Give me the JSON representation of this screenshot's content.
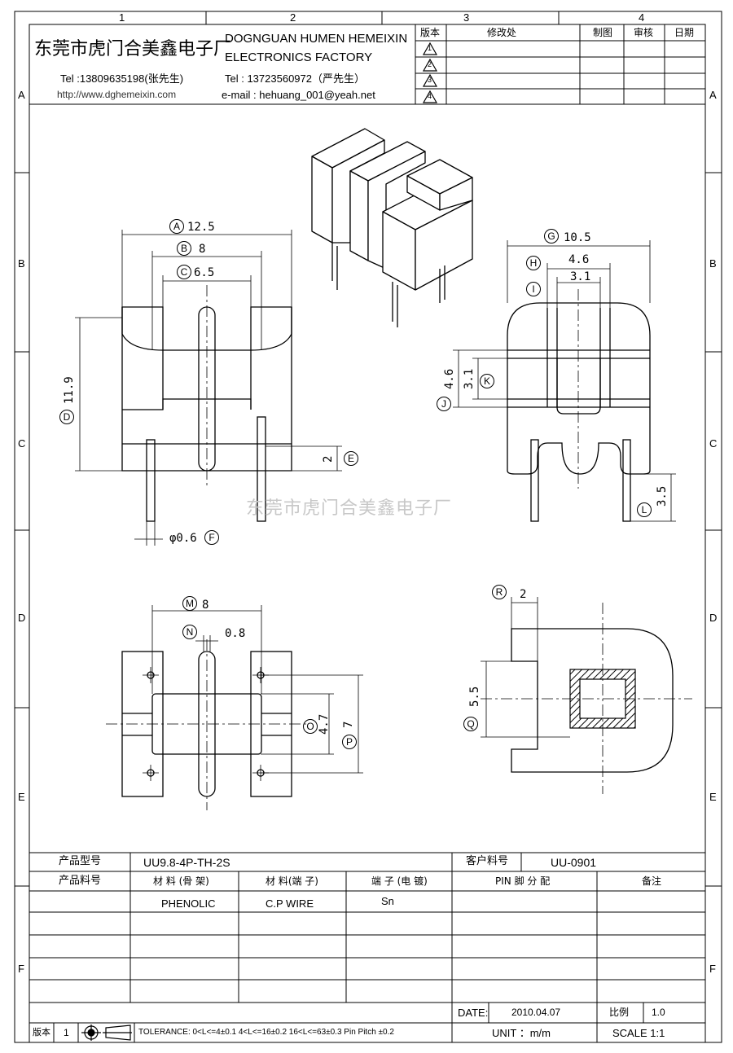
{
  "grid": {
    "columns": [
      "1",
      "2",
      "3",
      "4"
    ],
    "rows": [
      "A",
      "B",
      "C",
      "D",
      "E",
      "F"
    ]
  },
  "title_block": {
    "company_cn": "东莞市虎门合美鑫电子厂",
    "company_en_1": "DOGNGUAN HUMEN HEMEIXIN",
    "company_en_2": "ELECTRONICS FACTORY",
    "tel_1": "Tel :13809635198(张先生)",
    "url": "http://www.dghemeixin.com",
    "tel_2": "Tel : 13723560972（严先生）",
    "email": "e-mail : hehuang_001@yeah.net",
    "rev_header": "版本",
    "change_header": "修改处",
    "draw_header": "制图",
    "check_header": "审核",
    "date_header": "日期",
    "rev_marks": [
      "1",
      "2",
      "3",
      "4"
    ]
  },
  "watermark": "东莞市虎门合美鑫电子厂",
  "dims": {
    "A": "A",
    "A_val": "12.5",
    "B": "B",
    "B_val": "8",
    "C": "C",
    "C_val": "6.5",
    "D": "D",
    "D_val": "11.9",
    "E": "E",
    "E_val": "2",
    "F": "F",
    "F_val": "φ0.6",
    "G": "G",
    "G_val": "10.5",
    "H": "H",
    "H_val": "4.6",
    "I": "I",
    "I_val": "3.1",
    "J": "J",
    "J_val": "4.6",
    "K": "K",
    "K_val": "3.1",
    "L": "L",
    "L_val": "3.5",
    "M": "M",
    "M_val": "8",
    "N": "N",
    "N_val": "0.8",
    "O": "O",
    "O_val": "4.7",
    "P": "P",
    "P_val": "7",
    "Q": "Q",
    "Q_val": "5.5",
    "R": "R",
    "R_val": "2"
  },
  "spec_table": {
    "model_label": "产品型号",
    "model_value": "UU9.8-4P-TH-2S",
    "customer_pn_label": "客户料号",
    "customer_pn_value": "UU-0901",
    "pn_label": "产品料号",
    "mat_bobbin_label": "材 料 (骨 架)",
    "mat_pin_label": "材 料(端 子)",
    "plating_label": "端 子 (电 镀)",
    "pin_assign_label": "PIN 脚 分 配",
    "remarks_label": "备注",
    "mat_bobbin_value": "PHENOLIC",
    "mat_pin_value": "C.P WIRE",
    "plating_value": "Sn",
    "date_label": "DATE:",
    "date_value": "2010.04.07",
    "ratio_label": "比例",
    "ratio_value": "1.0",
    "unit": "UNIT ：m/m",
    "scale": "SCALE   1:1",
    "rev_label": "版本",
    "rev_value": "1",
    "tolerance": "TOLERANCE:  0<L<=4±0.1  4<L<=16±0.2  16<L<=63±0.3  Pin Pitch  ±0.2"
  }
}
